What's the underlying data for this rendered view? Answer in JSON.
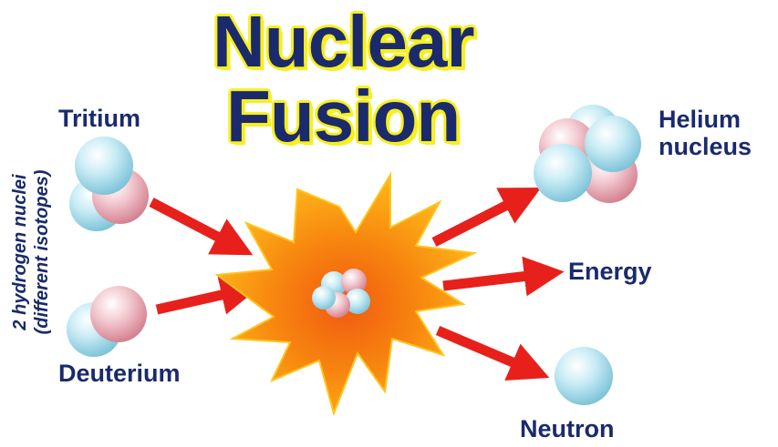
{
  "title": {
    "line1": "Nuclear",
    "line2": "Fusion"
  },
  "labels": {
    "tritium": "Tritium",
    "deuterium": "Deuterium",
    "helium_line1": "Helium",
    "helium_line2": "nucleus",
    "energy": "Energy",
    "neutron": "Neutron"
  },
  "side_note": {
    "line1": "2 hydrogen nuclei",
    "line2": "(different isotopes)"
  },
  "colors": {
    "title_text": "#1a2a6c",
    "title_outline": "#f7ef1e",
    "proton": "#e6a4b0",
    "neutron": "#a9dcea",
    "arrow": "#e8201b",
    "explosion_outer": "#ffb000",
    "explosion_inner": "#f36d12"
  }
}
